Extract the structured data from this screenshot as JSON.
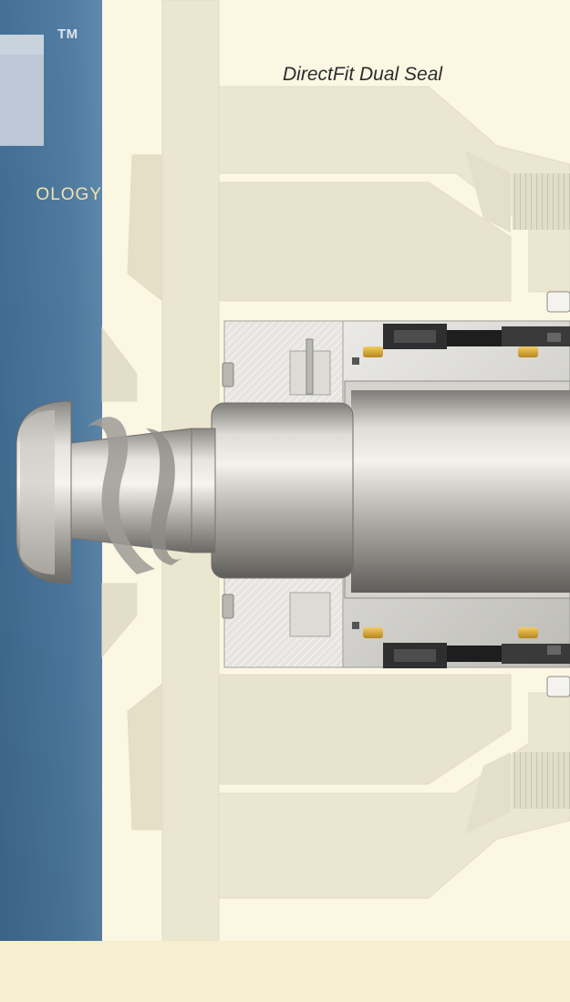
{
  "header": {
    "title": "DirectFit Dual Seal",
    "trademark": "TM",
    "band_caption": "OLOGY"
  },
  "colors": {
    "background": "#fbf7e3",
    "side_band": "#4d7aa1",
    "band_caption": "#f1e4ad",
    "housing_ghost": "#ebe6d0",
    "metal": "#c8c6c0",
    "spring_brass": "#d9a531",
    "seal_face": "#2a2a2a"
  },
  "icons": {
    "illustration": "mechanical-seal-cross-section",
    "shaft": "impeller-shaft",
    "springs": "seal-spring"
  }
}
